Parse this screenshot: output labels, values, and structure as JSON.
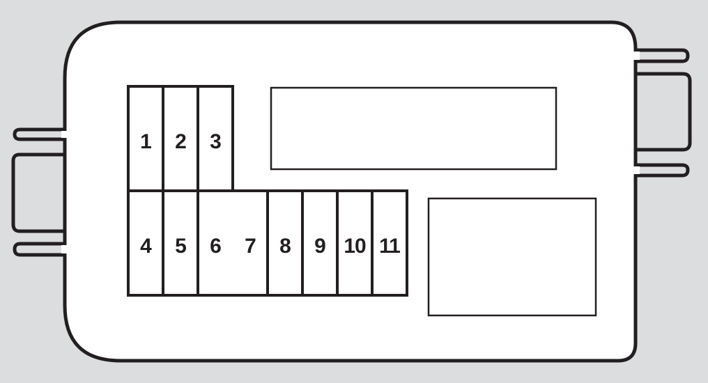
{
  "diagram": {
    "type": "fuse-box-layout",
    "background_color": "#dcdddf",
    "line_color": "#231f20",
    "fuses": {
      "top_row": [
        {
          "id": "1",
          "label": "1"
        },
        {
          "id": "2",
          "label": "2"
        },
        {
          "id": "3",
          "label": "3"
        }
      ],
      "bottom_row": [
        {
          "id": "4",
          "label": "4"
        },
        {
          "id": "5",
          "label": "5"
        },
        {
          "id": "6",
          "label": "6"
        },
        {
          "id": "7",
          "label": "7"
        },
        {
          "id": "8",
          "label": "8"
        },
        {
          "id": "9",
          "label": "9"
        },
        {
          "id": "10",
          "label": "10"
        },
        {
          "id": "11",
          "label": "11"
        }
      ]
    },
    "relays": [
      {
        "id": "upper-relay",
        "label": ""
      },
      {
        "id": "lower-relay",
        "label": ""
      }
    ]
  }
}
